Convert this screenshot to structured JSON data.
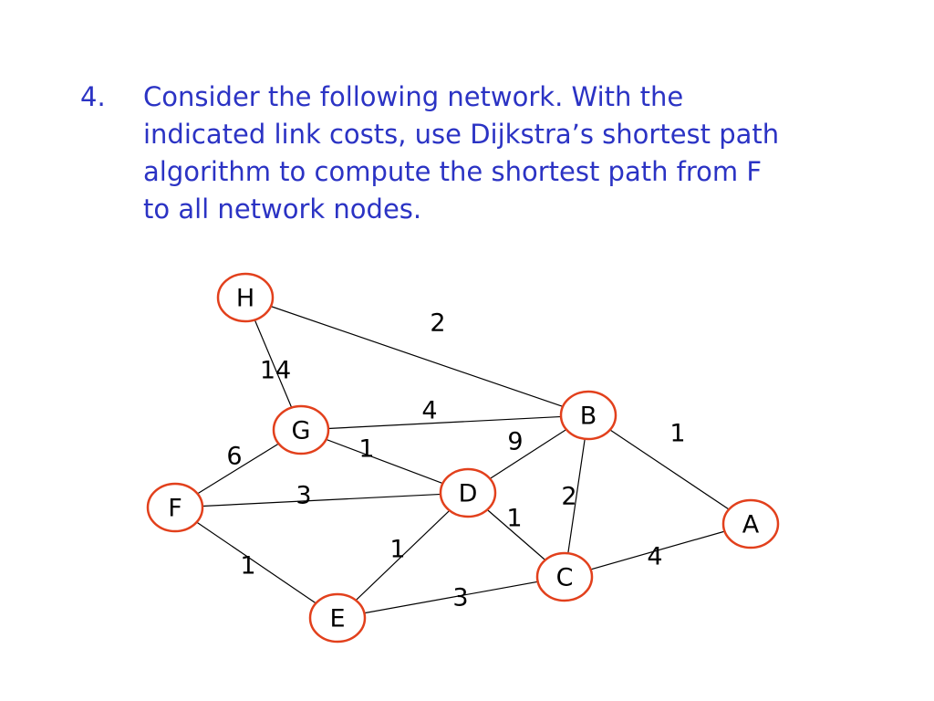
{
  "question": {
    "number": "4.",
    "lines": [
      "Consider the following network. With the",
      "indicated link costs, use Dijkstra’s shortest path",
      "algorithm to compute the shortest path from F",
      "to all network nodes."
    ]
  },
  "graph": {
    "nodes": [
      "H",
      "G",
      "B",
      "F",
      "D",
      "A",
      "C",
      "E"
    ],
    "edges": [
      {
        "from": "H",
        "to": "B",
        "cost": "2"
      },
      {
        "from": "H",
        "to": "G",
        "cost": "14"
      },
      {
        "from": "G",
        "to": "B",
        "cost": "4"
      },
      {
        "from": "G",
        "to": "F",
        "cost": "6"
      },
      {
        "from": "G",
        "to": "D",
        "cost": "1"
      },
      {
        "from": "F",
        "to": "D",
        "cost": "3"
      },
      {
        "from": "F",
        "to": "E",
        "cost": "1"
      },
      {
        "from": "D",
        "to": "B",
        "cost": "9"
      },
      {
        "from": "B",
        "to": "C",
        "cost": "2"
      },
      {
        "from": "B",
        "to": "A",
        "cost": "1"
      },
      {
        "from": "D",
        "to": "C",
        "cost": "1"
      },
      {
        "from": "E",
        "to": "D",
        "cost": "1"
      },
      {
        "from": "E",
        "to": "C",
        "cost": "3"
      },
      {
        "from": "C",
        "to": "A",
        "cost": "4"
      }
    ],
    "colors": {
      "node_border": "#e2401c",
      "text": "#2b33c4",
      "edge": "#000000"
    }
  }
}
